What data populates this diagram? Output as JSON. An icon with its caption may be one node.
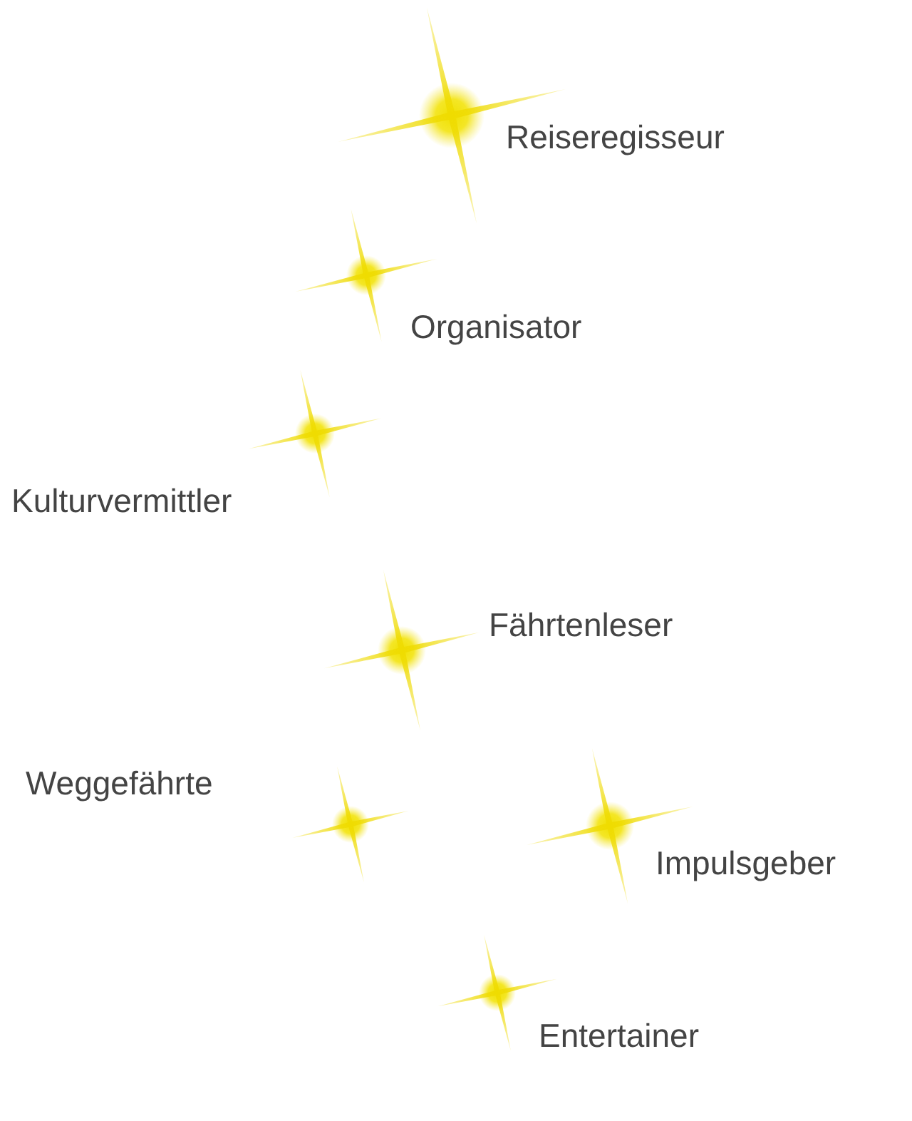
{
  "diagram": {
    "labels": [
      "Reiseregisseur",
      "Organisator",
      "Kulturvermittler",
      "Fährtenleser",
      "Weggefährte",
      "Impulsgeber",
      "Entertainer"
    ]
  }
}
